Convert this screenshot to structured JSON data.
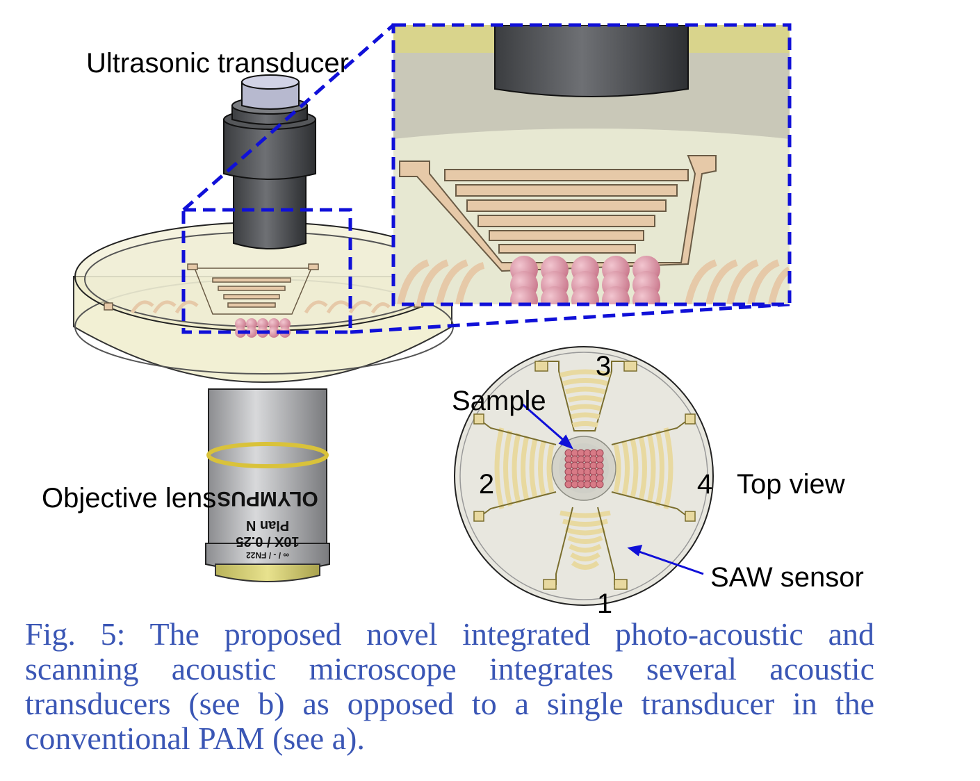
{
  "labels": {
    "ultrasonic_transducer": "Ultrasonic transducer",
    "objective_lens": "Objective lens",
    "sample": "Sample",
    "top_view": "Top view",
    "saw_sensor": "SAW sensor"
  },
  "sensor_numbers": [
    "1",
    "2",
    "3",
    "4"
  ],
  "lens_markings": {
    "line1": "OLYMPUS",
    "line2": "Plan N",
    "line3": "10X / 0.25",
    "line4": "∞ / - / FN22"
  },
  "caption": "Fig. 5: The proposed novel integrated photo-acoustic and scanning acoustic microscope integrates several acoustic transducers (see b) as opposed to a single transducer in the conventional PAM (see a).",
  "colors": {
    "caption_text": "#3a56b5",
    "zoom_box": "#1010d8",
    "electrode": "#e8d9a0",
    "zoom_electrode": "#e6c9a8",
    "sample_bead": "#d98a9c",
    "dish_rim": "#d9d48c"
  }
}
